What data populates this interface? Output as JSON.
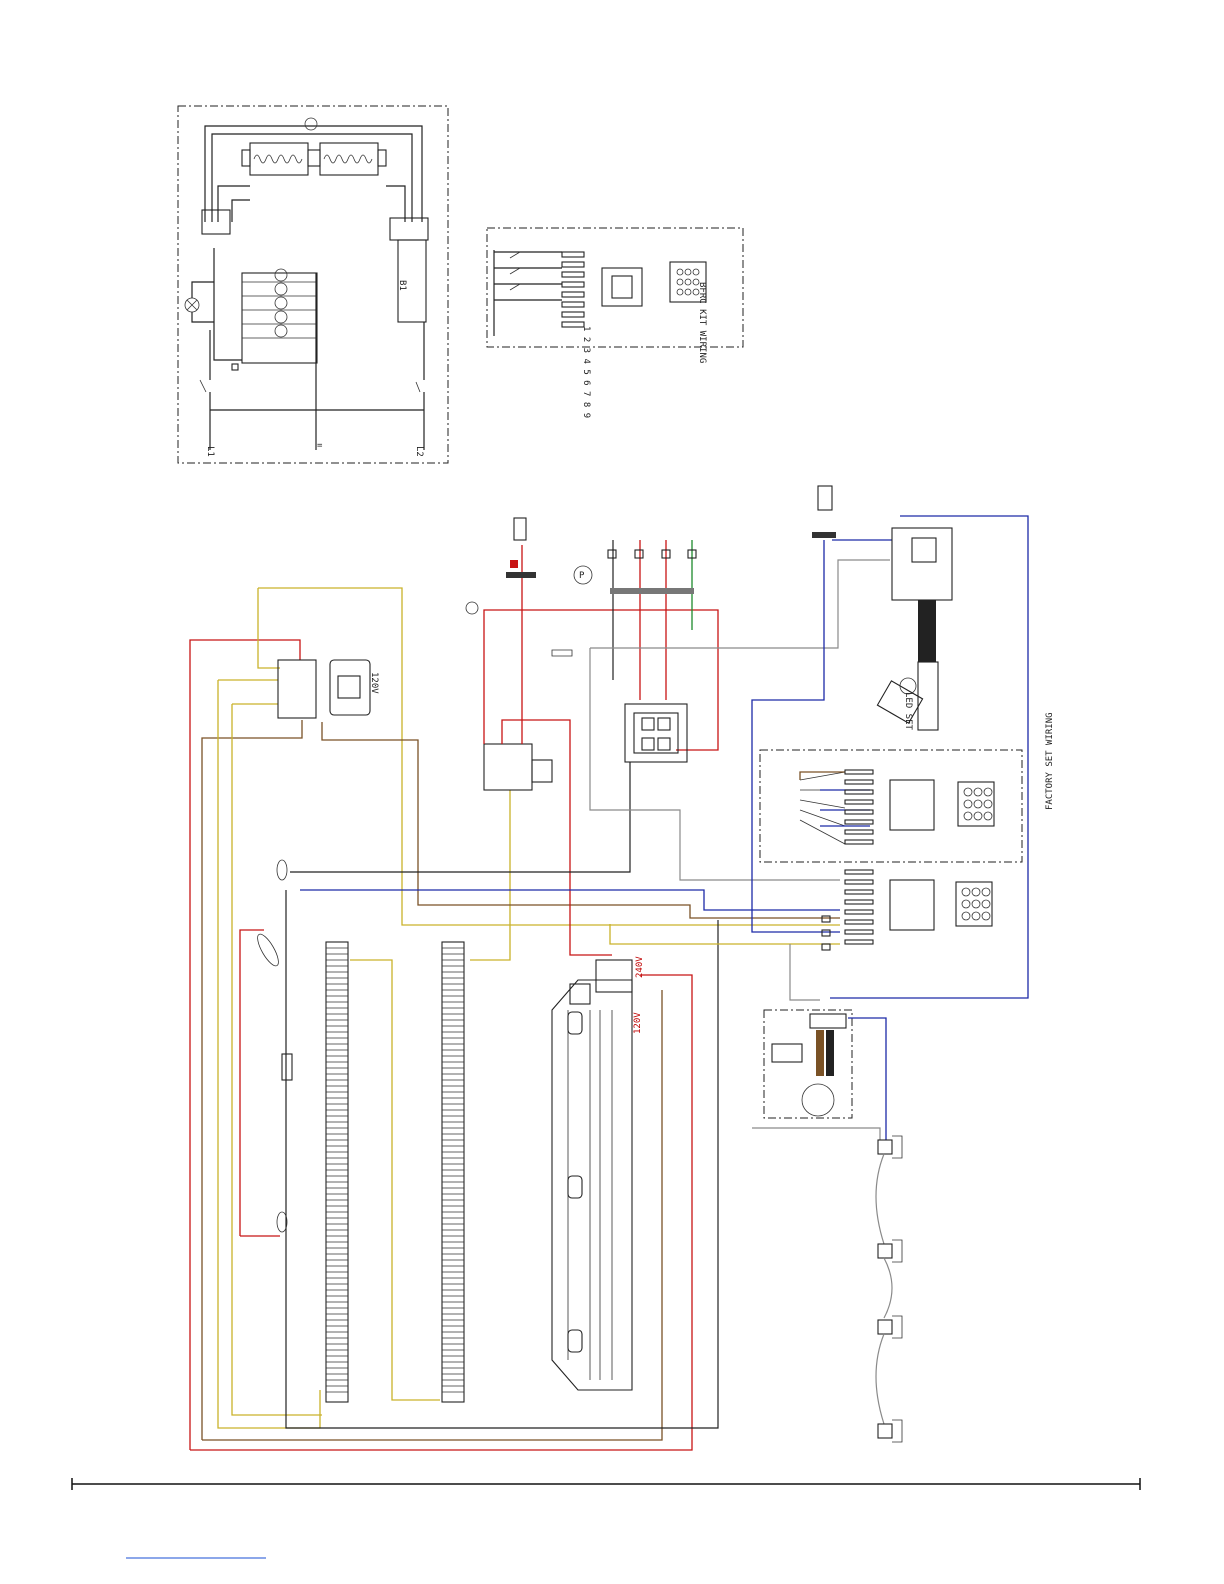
{
  "schematic": {
    "supply_left": "L1",
    "supply_right": "L2"
  },
  "bfrc_kit": {
    "title": "BFRC KIT WIRING",
    "pins": [
      "1",
      "2",
      "3",
      "4",
      "5",
      "6",
      "7",
      "8",
      "9"
    ]
  },
  "factory_set": {
    "title": "FACTORY SET WIRING"
  },
  "labels": {
    "volt_240": "240V",
    "volt_120": "120V",
    "led_set": "LED SET"
  },
  "footer_link": ""
}
